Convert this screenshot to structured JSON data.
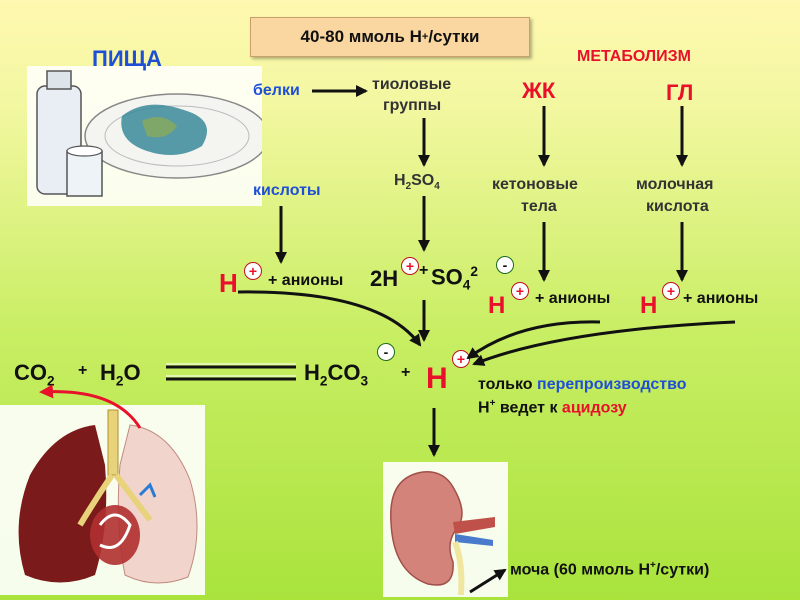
{
  "header": {
    "text": "40-80 ммоль H",
    "sup": "+",
    "tail": "/сутки"
  },
  "food": {
    "label": "ПИЩА"
  },
  "metabolism": {
    "label": "МЕТАБОЛИЗМ"
  },
  "sources": {
    "proteins": "белки",
    "acids": "кислоты",
    "fa": "ЖК",
    "gl": "ГЛ"
  },
  "intermediates": {
    "thiol_line1": "тиоловые",
    "thiol_line2": "группы",
    "h2so4": {
      "a": "H",
      "b": "2",
      "c": "SO",
      "d": "4"
    },
    "ketone_line1": "кетоновые",
    "ketone_line2": "тела",
    "lactic_line1": "молочная",
    "lactic_line2": "кислота"
  },
  "ions": {
    "h": "H",
    "plus": "+",
    "minus": "-",
    "anions": "+ анионы",
    "two_h": "2H",
    "so4": "SO",
    "so4_sub": "4",
    "so4_sup": "2"
  },
  "equation": {
    "co": "CO",
    "co_sub": "2",
    "plus": "+",
    "h2o_a": "H",
    "h2o_sub": "2",
    "h2o_b": "O",
    "h2co3_a": "H",
    "h2co3_sub1": "2",
    "h2co3_b": "CO",
    "h2co3_sub2": "3"
  },
  "note": {
    "line1_a": "только",
    "line1_b": "перепроизводство",
    "line2_a": "H",
    "line2_sup": "+",
    "line2_b": "ведет к",
    "line2_c": "ацидозу"
  },
  "urine": {
    "text": "моча (60 ммоль H",
    "sup": "+",
    "tail": "/сутки)"
  },
  "colors": {
    "blue": "#1f4fd6",
    "red": "#e8102a",
    "header_bg": "#fad6a0"
  }
}
